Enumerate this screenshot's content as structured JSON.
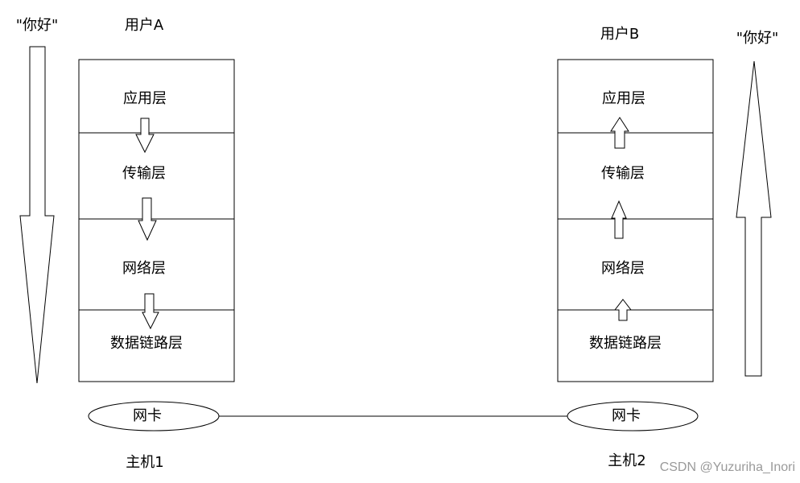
{
  "host1": {
    "user_label": "用户A",
    "layers": [
      "应用层",
      "传输层",
      "网络层",
      "数据链路层"
    ],
    "nic_label": "网卡",
    "host_label": "主机1",
    "message": "\"你好\""
  },
  "host2": {
    "user_label": "用户B",
    "layers": [
      "应用层",
      "传输层",
      "网络层",
      "数据链路层"
    ],
    "nic_label": "网卡",
    "host_label": "主机2",
    "message": "\"你好\""
  },
  "watermark": "CSDN @Yuzuriha_Inori"
}
